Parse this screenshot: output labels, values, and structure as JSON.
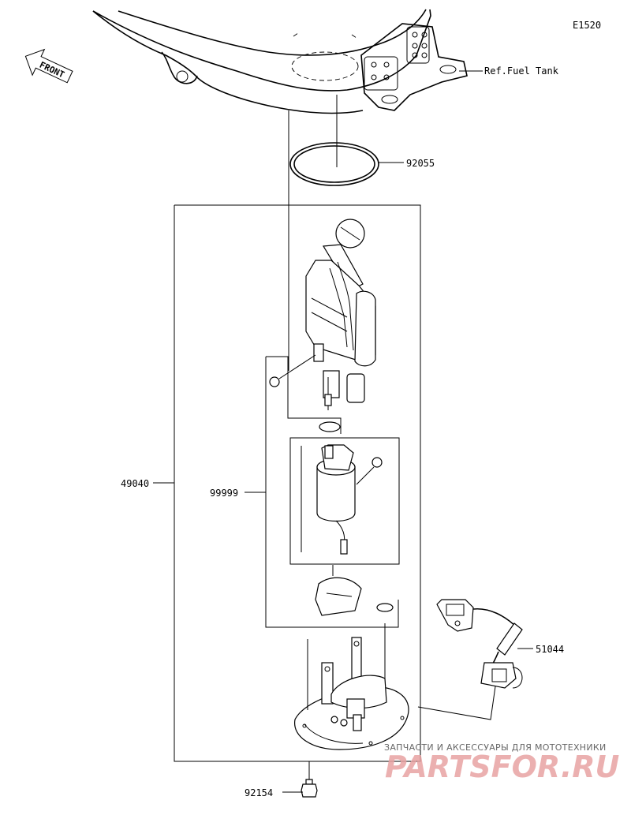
{
  "diagram_code": "E1520",
  "front_label": "FRONT",
  "ref_label": "Ref.Fuel Tank",
  "parts": {
    "o_ring": "92055",
    "pump_assy": "49040",
    "pump_sub": "99999",
    "wire_lead": "51044",
    "bolt": "92154"
  },
  "watermark": {
    "subtitle": "ЗАПЧАСТИ И АКСЕССУАРЫ ДЛЯ МОТОТЕХНИКИ",
    "brand": "PARTSFOR.RU"
  }
}
